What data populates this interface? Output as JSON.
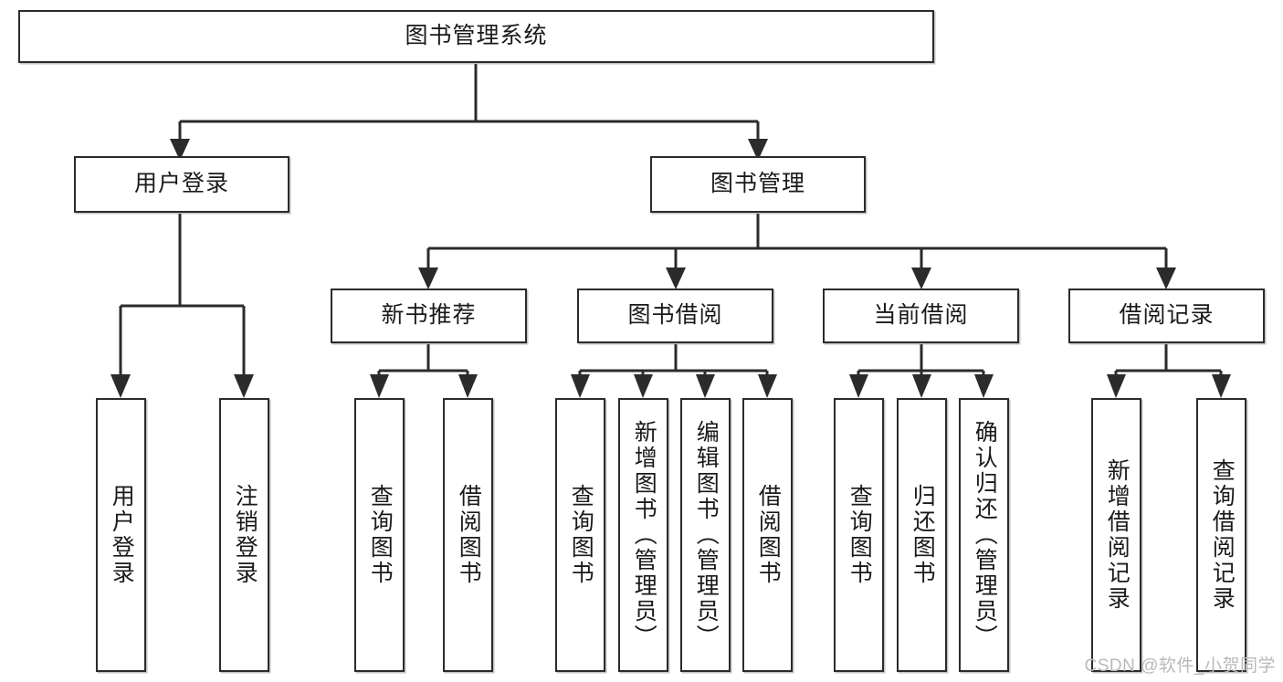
{
  "diagram": {
    "title": "图书管理系统",
    "type": "tree-hierarchy-diagram",
    "watermark": "CSDN @软件_小贺同学",
    "style": {
      "box_border": "#2b2b2b",
      "box_fill": "#ffffff",
      "line": "#2b2b2b",
      "text": "#1a1a1a"
    },
    "nodes": {
      "root": "图书管理系统",
      "level2": [
        {
          "id": "user-login",
          "label": "用户登录"
        },
        {
          "id": "book-management",
          "label": "图书管理"
        }
      ],
      "level3": [
        {
          "id": "new-book-recommend",
          "label": "新书推荐"
        },
        {
          "id": "book-borrow",
          "label": "图书借阅"
        },
        {
          "id": "current-borrow",
          "label": "当前借阅"
        },
        {
          "id": "borrow-record",
          "label": "借阅记录"
        }
      ],
      "leaves": {
        "user_login": [
          {
            "id": "leaf-user-login",
            "label": "用户登录"
          },
          {
            "id": "leaf-user-logout",
            "label": "注销登录"
          }
        ],
        "new_book_recommend": [
          {
            "id": "leaf-query-book-1",
            "label": "查询图书"
          },
          {
            "id": "leaf-borrow-book-1",
            "label": "借阅图书"
          }
        ],
        "book_borrow": [
          {
            "id": "leaf-query-book-2",
            "label": "查询图书"
          },
          {
            "id": "leaf-add-book",
            "label": "新增图书（管理员）"
          },
          {
            "id": "leaf-edit-book",
            "label": "编辑图书（管理员）"
          },
          {
            "id": "leaf-borrow-book-2",
            "label": "借阅图书"
          }
        ],
        "current_borrow": [
          {
            "id": "leaf-query-book-3",
            "label": "查询图书"
          },
          {
            "id": "leaf-return-book",
            "label": "归还图书"
          },
          {
            "id": "leaf-confirm-return",
            "label": "确认归还（管理员）"
          }
        ],
        "borrow_record": [
          {
            "id": "leaf-add-record",
            "label": "新增借阅记录"
          },
          {
            "id": "leaf-query-record",
            "label": "查询借阅记录"
          }
        ]
      }
    }
  }
}
